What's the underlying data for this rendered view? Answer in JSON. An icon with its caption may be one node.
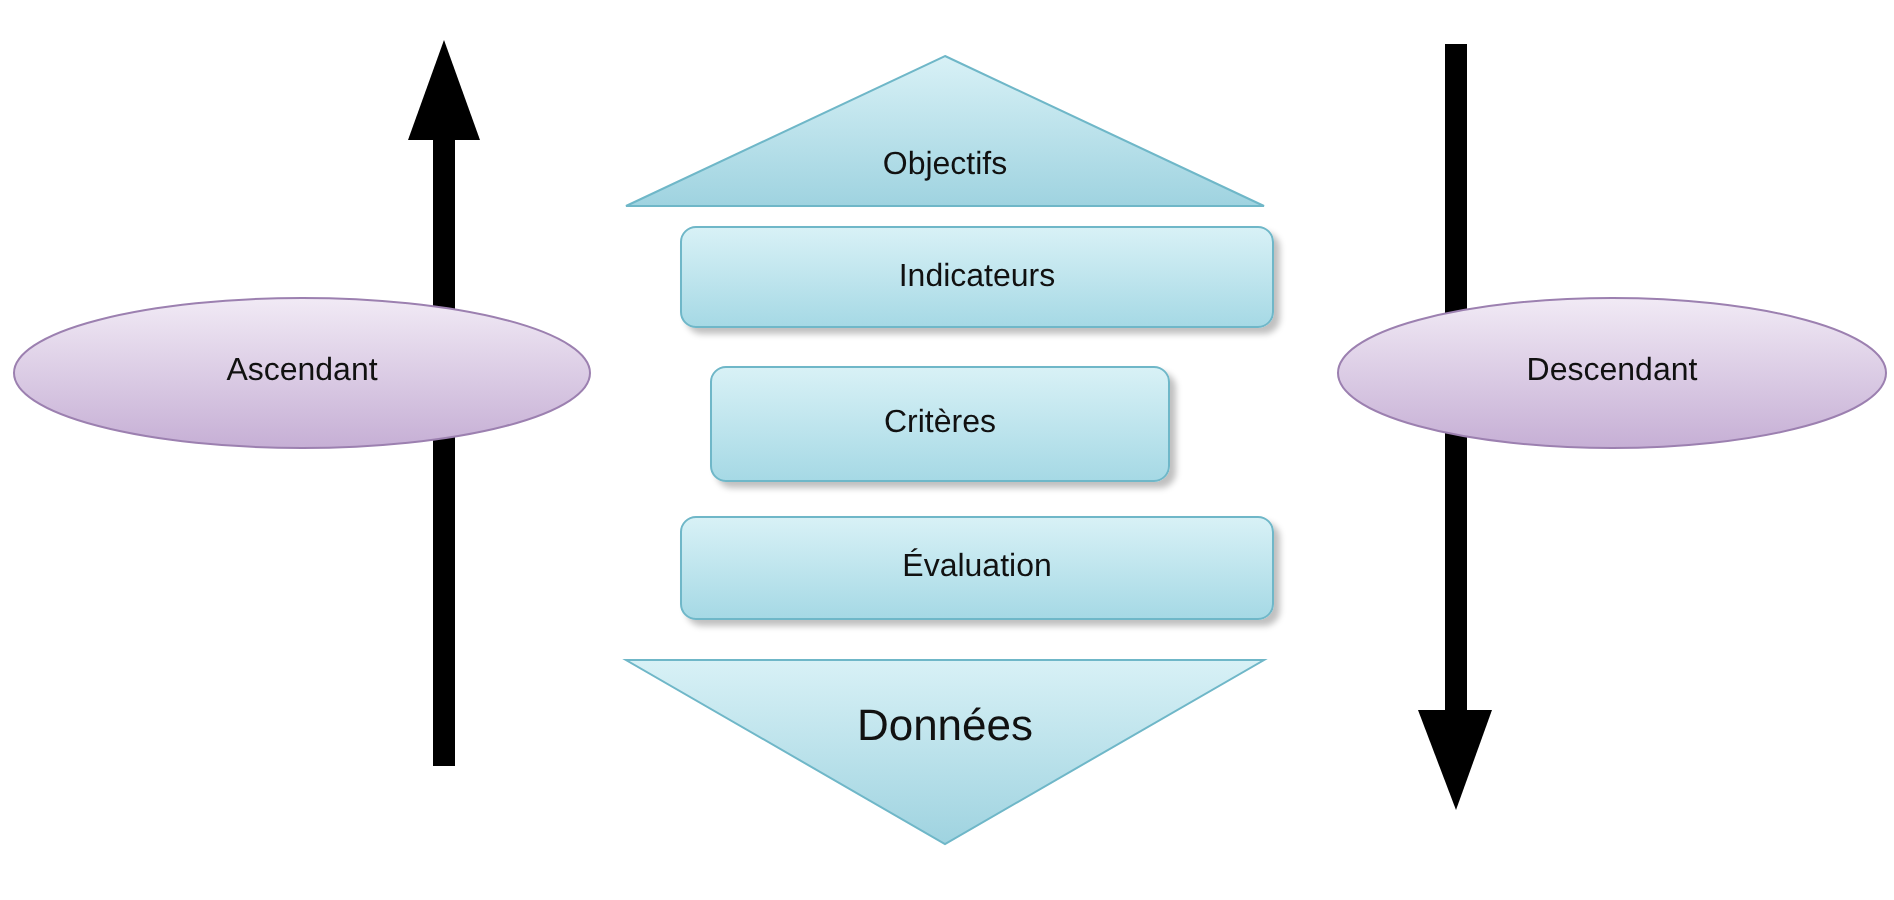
{
  "diagram": {
    "nodes": [
      {
        "text": [
          "Objectifs"
        ]
      },
      {
        "text": [
          "Indicateurs"
        ]
      },
      {
        "text": [
          "Critères"
        ]
      },
      {
        "text": [
          "Évaluation"
        ]
      },
      {
        "text": [
          "Données"
        ]
      },
      {
        "text": [
          "Ascendant"
        ]
      },
      {
        "text": [
          "Descendant"
        ]
      }
    ]
  }
}
